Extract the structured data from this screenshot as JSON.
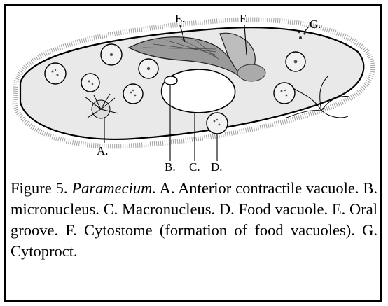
{
  "figure": {
    "labels": {
      "a": "A.",
      "b": "B.",
      "c": "C.",
      "d": "D.",
      "e": "E.",
      "f": "F.",
      "g": "G."
    }
  },
  "caption": {
    "prefix": "Figure 5.",
    "organism": "Paramecium.",
    "items": [
      "A.  Anterior contractile vacuole.",
      "B. micronucleus.",
      "C. Macronucleus.",
      "D.  Food vacuole.",
      "E. Oral groove.",
      "F.  Cytostome (formation of food vacuoles).",
      "G. Cytoproct."
    ]
  }
}
